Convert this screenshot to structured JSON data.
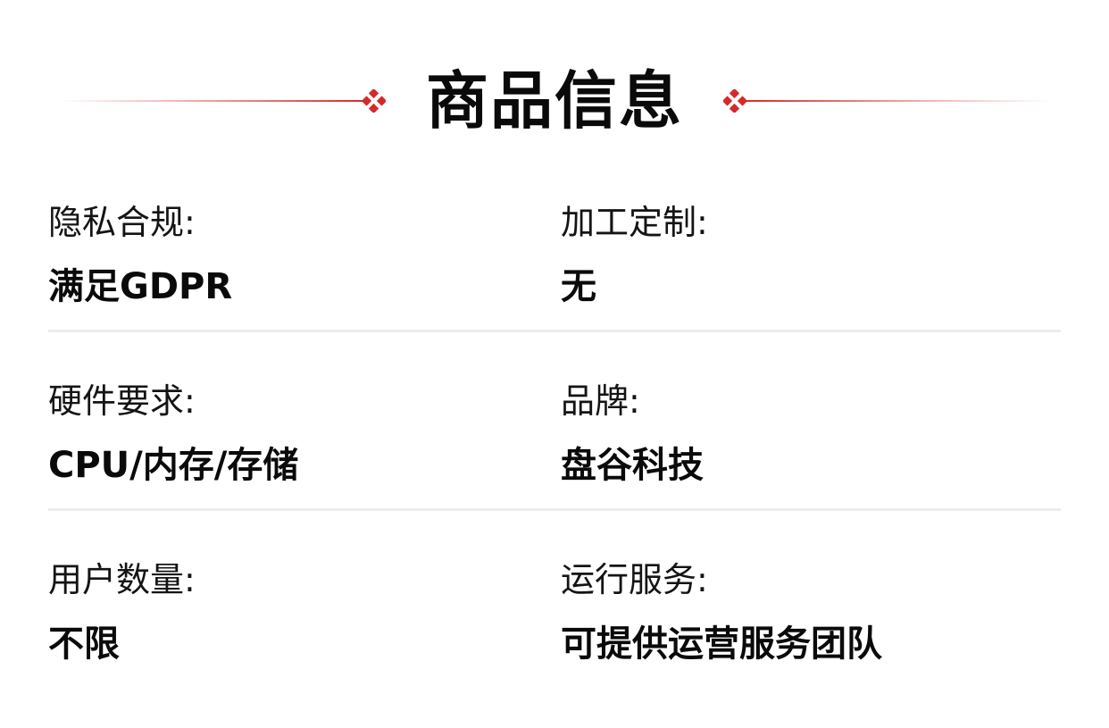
{
  "header": {
    "title": "商品信息",
    "accent_color": "#d42a2a"
  },
  "specs": [
    [
      {
        "label": "隐私合规:",
        "value": "满足GDPR"
      },
      {
        "label": "加工定制:",
        "value": "无"
      }
    ],
    [
      {
        "label": "硬件要求:",
        "value": "CPU/内存/存储"
      },
      {
        "label": "品牌:",
        "value": "盘谷科技"
      }
    ],
    [
      {
        "label": "用户数量:",
        "value": "不限"
      },
      {
        "label": "运行服务:",
        "value": "可提供运营服务团队"
      }
    ]
  ]
}
